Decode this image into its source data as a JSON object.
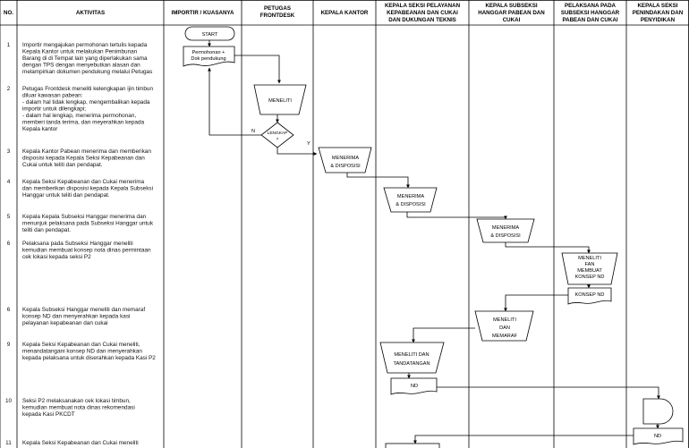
{
  "headers": {
    "no": "NO.",
    "aktivitas": "AKTIVITAS",
    "importir": "IMPORTIR / KUASANYA",
    "frontdesk_1": "PETUGAS",
    "frontdesk_2": "FRONTDESK",
    "kantor": "KEPALA KANTOR",
    "seksi_1": "KEPALA SEKSI PELAYANAN",
    "seksi_2": "KEPABEANAN DAN CUKAI",
    "seksi_3": "DAN DUKUNGAN TEKNIS",
    "subseksi_1": "KEPALA SUBSEKSI",
    "subseksi_2": "HANGGAR PABEAN DAN",
    "subseksi_3": "CUKAI",
    "pelaksana_1": "PELAKSANA PADA",
    "pelaksana_2": "SUBSEKSI HANGGAR",
    "pelaksana_3": "PABEAN DAN CUKAI",
    "penindakan_1": "KEPALA SEKSI",
    "penindakan_2": "PENINDAKAN DAN",
    "penindakan_3": "PENYIDIKAN"
  },
  "steps": [
    {
      "no": "1",
      "lines": [
        "Importir mengajukan permohonan tertulis kepada",
        "Kepala Kantor untuk melakukan Penimbunan",
        "Barang di di Tempat lain yang diperlakukan sama",
        "dengan TPS dengan menyebutkan alasan dan",
        "melampirkan dokumen pendukung melalui Petugas"
      ]
    },
    {
      "no": "2",
      "lines": [
        "Petugas Frontdesk meneliti kelengkapan ijin timbun",
        "diluar kawasan pabean:",
        "- dalam hal tidak lengkap, mengembalikan kepada",
        "importir untuk dilengkapi;",
        "- dalam hal lengkap, menerima permohonan,",
        "memberi tanda terima, dan meyerahkan kepada",
        "Kepala kantor"
      ]
    },
    {
      "no": "3",
      "lines": [
        "Kepala Kantor Pabean menerima dan memberikan",
        "disposisi kepada Kepala Seksi Kepabeanan dan",
        "Cukai untuk teliti dan pendapat."
      ]
    },
    {
      "no": "4",
      "lines": [
        "Kepala Seksi Kepabeanan dan Cukai menerima",
        "dan memberikan disposisi kepada Kepala Subseksi",
        "Hanggar  untuk teliti dan pendapat."
      ]
    },
    {
      "no": "5",
      "lines": [
        "Kepala Kepala Subseksi Hanggar  menerima dan",
        "menunjuk pelaksana pada Subseksi Hanggar  untuk",
        "teliti dan pendapat."
      ]
    },
    {
      "no": "6",
      "lines": [
        "Pelaksana pada Subseksi Hanggar meneliti",
        "kemudian membuat konsep nota dinas permintaan",
        "cek lokasi kepada seksi P2"
      ]
    },
    {
      "no": "6",
      "lines": [
        "Kepala Subseksi Hanggar  meneliti dan memaraf",
        "konsep ND dan menyerahkan kepada kasi",
        "pelayanan kepabeanan dan cukai"
      ]
    },
    {
      "no": "9",
      "lines": [
        "Kepala Seksi Kepabeanan dan Cukai meneliti,",
        "menandatangani konsep ND dan menyerahkan",
        "kepada pelaksana untuk diserahkan kepada Kasi P2"
      ]
    },
    {
      "no": "10",
      "lines": [
        "Seksi P2 melaksanakan cek lokasi timbun,",
        "kemudian membuat nota dinas rekomendasi",
        "kepada Kasi PKCDT"
      ]
    },
    {
      "no": "11",
      "lines": [
        "Kepala Seksi Kepabeanan dan Cukai meneliti"
      ]
    }
  ],
  "nodes": {
    "start": "START",
    "permohonan_1": "Permohonan +",
    "permohonan_2": "Dok pendukung",
    "meneliti_fd": "MENELITI",
    "lengkap_1": "LENGKAP",
    "lengkap_2": "?",
    "branch_n": "N",
    "branch_y": "Y",
    "menerima_kk_1": "MENERIMA",
    "menerima_kk_2": "& DISPOSISI",
    "menerima_ks_1": "MENERIMA",
    "menerima_ks_2": "& DISPOSISI",
    "menerima_sub_1": "MENERIMA",
    "menerima_sub_2": "& DISPOSISI",
    "meneliti_pel_1": "MENELITI",
    "meneliti_pel_2": "FAN",
    "meneliti_pel_3": "MEMBUAT",
    "meneliti_pel_4": "KONSEP ND",
    "konsep_nd": "KONSEP ND",
    "meneliti_sub_1": "MENELITI",
    "meneliti_sub_2": "DAN",
    "meneliti_sub_3": "MEMARAF",
    "meneliti_ks_1": "MENELITI DAN",
    "meneliti_ks_2": "TANDATANGAN",
    "nd_ks": "ND",
    "nd_p2": "ND"
  }
}
